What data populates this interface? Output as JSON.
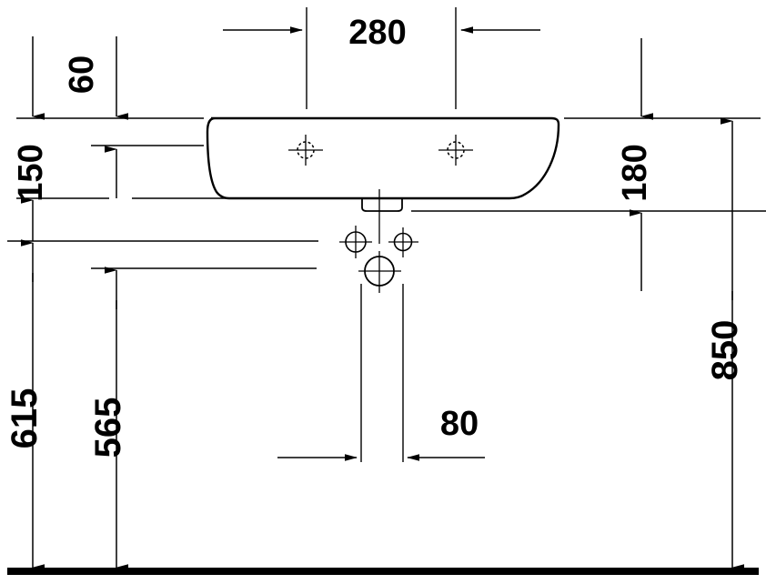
{
  "drawing": {
    "title": "Washbasin technical installation drawing",
    "units": "mm",
    "line_color": "#000000",
    "background_color": "#ffffff",
    "floor_label": "floor-line"
  },
  "dimensions": {
    "top_width": {
      "value": "280",
      "orientation": "horizontal",
      "name": "tap-hole-spacing"
    },
    "left_outer": {
      "value": "615",
      "orientation": "vertical-rotated",
      "name": "basin-rim-to-floor"
    },
    "left_inner": {
      "value": "565",
      "orientation": "vertical-rotated",
      "name": "basin-underside-to-floor"
    },
    "upper_left_small": {
      "value": "60",
      "orientation": "vertical-rotated",
      "name": "rim-thickness"
    },
    "upper_left_large": {
      "value": "150",
      "orientation": "vertical-rotated",
      "name": "rim-to-overflow"
    },
    "right_inner": {
      "value": "180",
      "orientation": "vertical-rotated",
      "name": "rim-to-waste-outlet"
    },
    "right_outer": {
      "value": "850",
      "orientation": "vertical-rotated",
      "name": "rim-height-above-floor"
    },
    "bottom_center": {
      "value": "80",
      "orientation": "horizontal",
      "name": "waste-pipe-width"
    }
  },
  "basin": {
    "name": "washbasin-outline",
    "tap_hole_left": "tap-hole-left",
    "tap_hole_right": "tap-hole-right",
    "overflow_slot": "overflow-slot",
    "waste_outlet": "waste-outlet-circle",
    "supply_left": "water-supply-left",
    "supply_right": "water-supply-right"
  }
}
